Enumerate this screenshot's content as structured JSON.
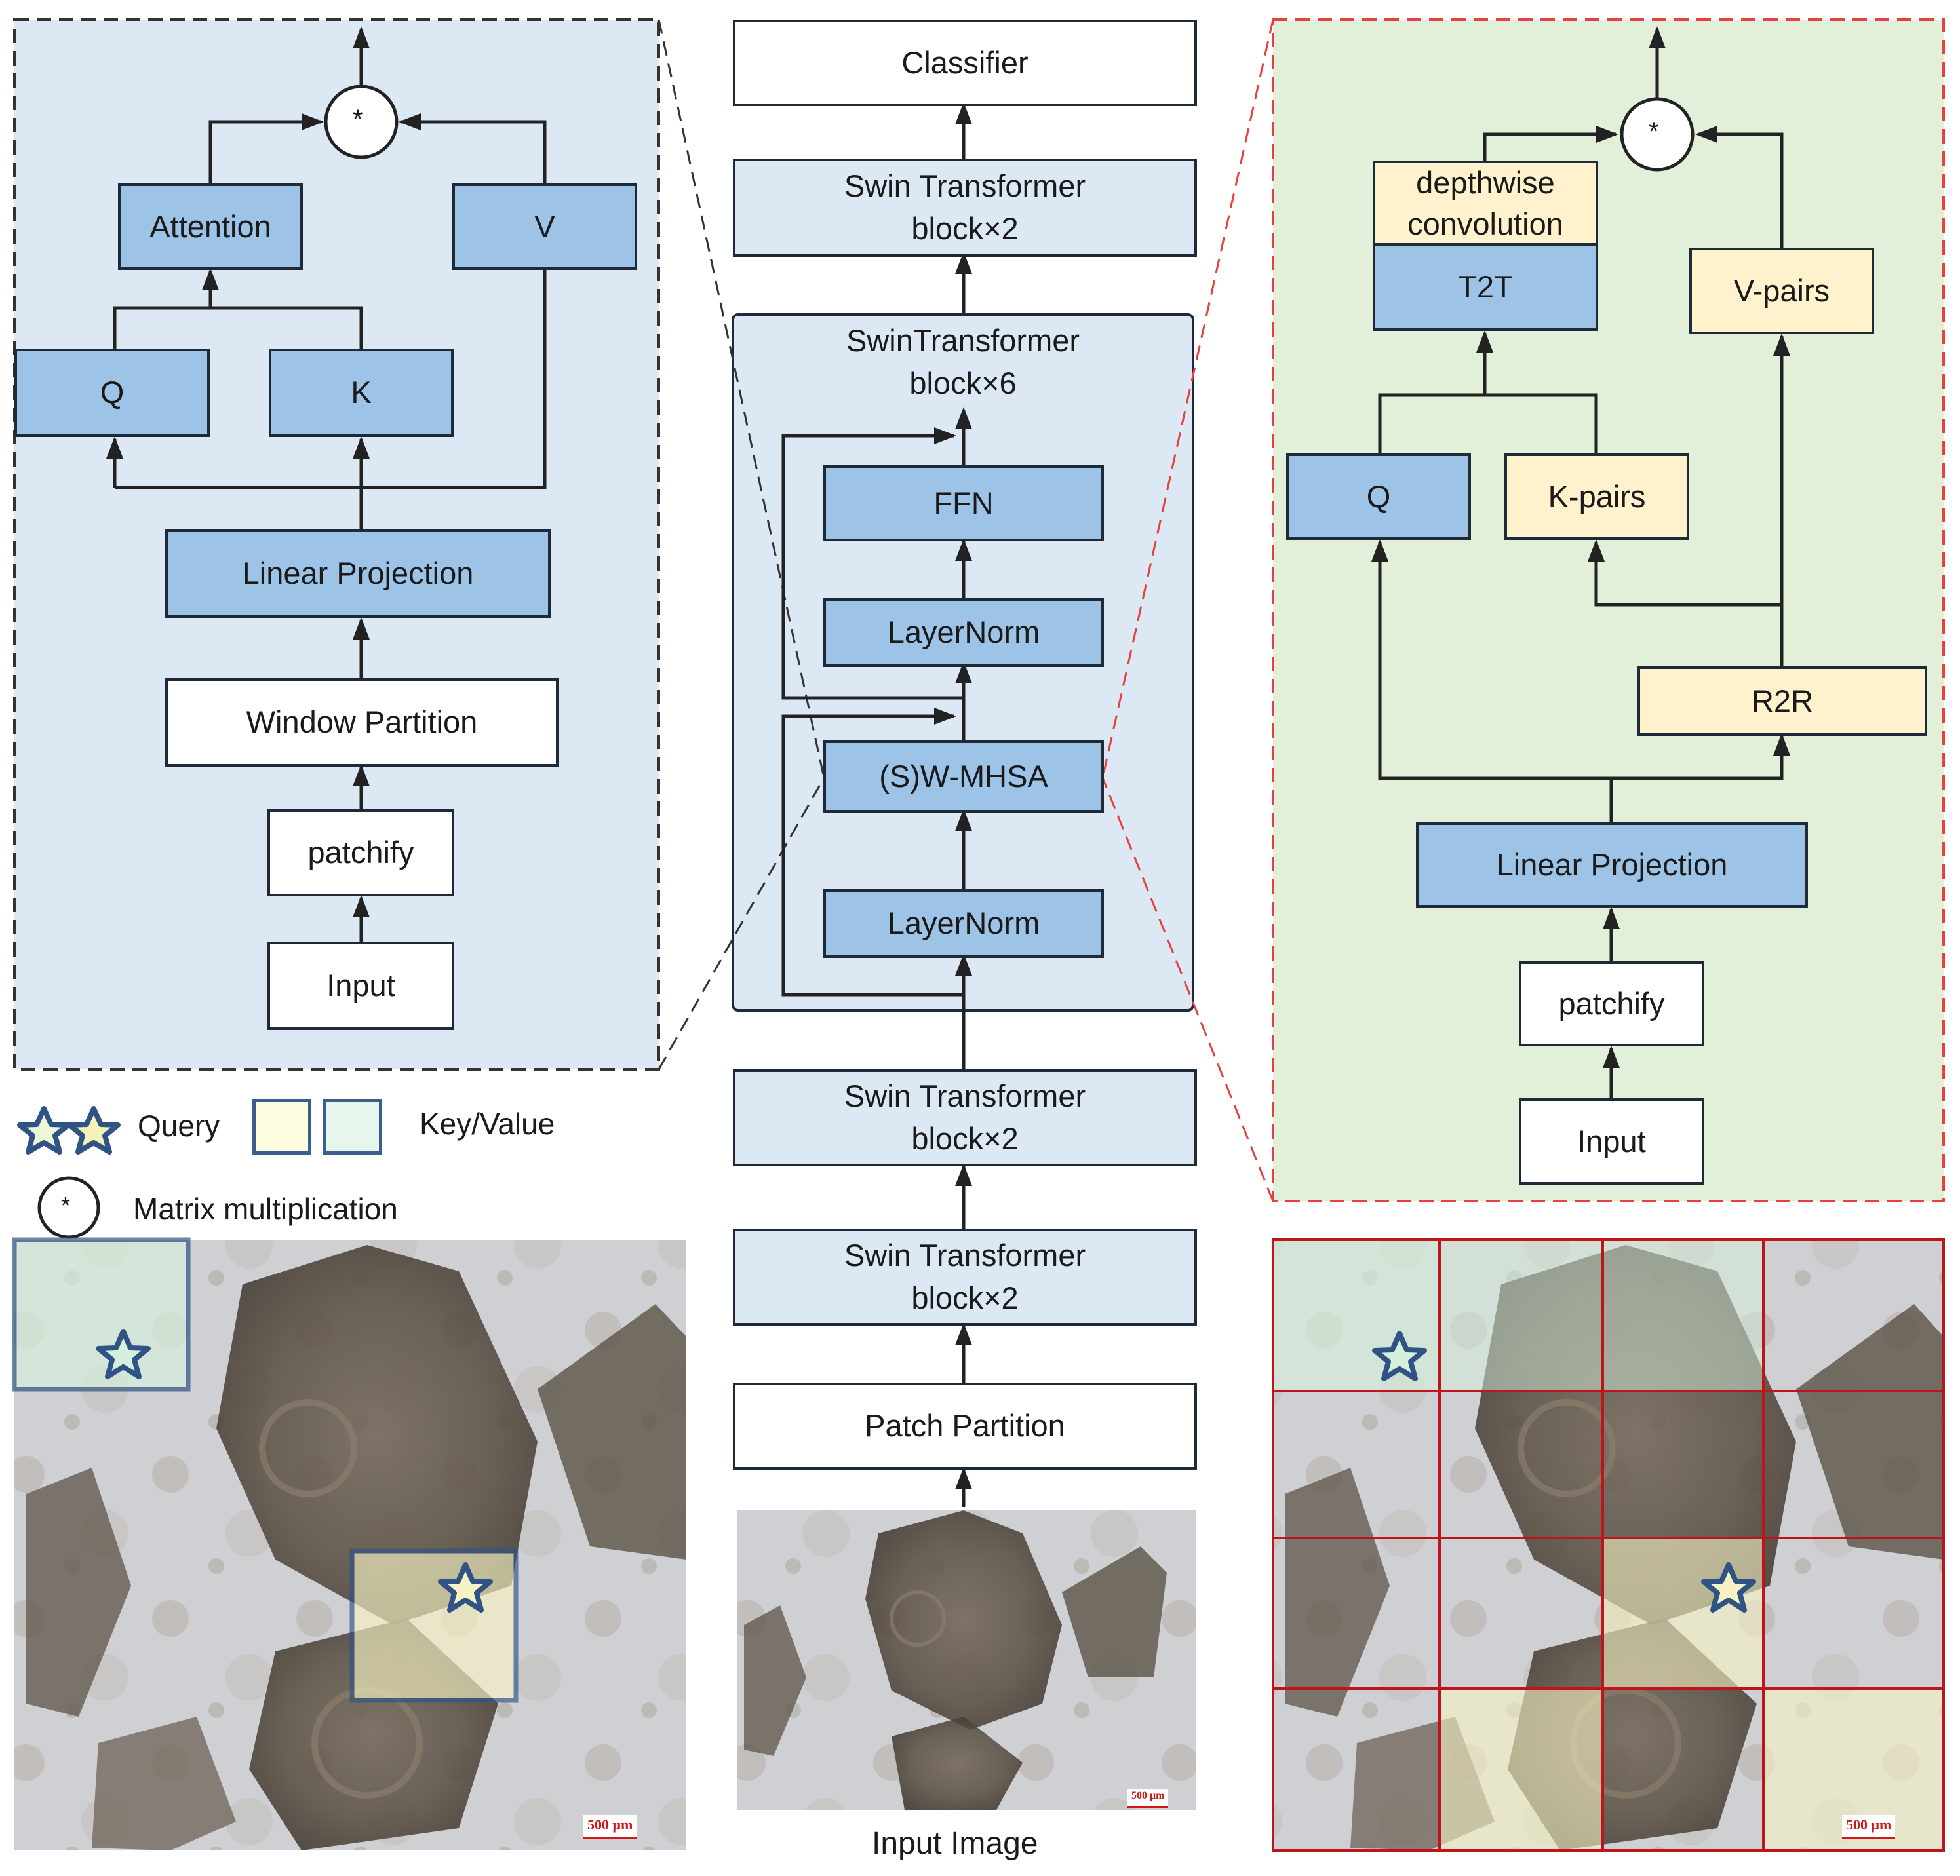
{
  "left_panel": {
    "multiply_symbol": "*",
    "attention": "Attention",
    "v": "V",
    "q": "Q",
    "k": "K",
    "linear_projection": "Linear Projection",
    "window_partition": "Window Partition",
    "patchify": "patchify",
    "input": "Input"
  },
  "center_column": {
    "classifier": "Classifier",
    "swin_block_top": "Swin Transformer\nblock×2",
    "swin_block_x6_title": "SwinTransformer\nblock×6",
    "ffn": "FFN",
    "layernorm_upper": "LayerNorm",
    "sw_mhsa": "(S)W-MHSA",
    "layernorm_lower": "LayerNorm",
    "swin_block_mid": "Swin Transformer\nblock×2",
    "swin_block_bottom": "Swin Transformer\nblock×2",
    "patch_partition": "Patch Partition",
    "input_image_caption": "Input Image"
  },
  "right_panel": {
    "multiply_symbol": "*",
    "depthwise_convolution": "depthwise\nconvolution",
    "t2t": "T2T",
    "v_pairs": "V-pairs",
    "q": "Q",
    "k_pairs": "K-pairs",
    "r2r": "R2R",
    "linear_projection": "Linear Projection",
    "patchify": "patchify",
    "input": "Input"
  },
  "legend": {
    "query_label": "Query",
    "key_value_label": "Key/Value",
    "multiply_symbol": "*",
    "matrix_multiplication_label": "Matrix multiplication"
  },
  "scale_bars": {
    "left": "500 μm",
    "center": "500 μm",
    "right": "500 μm"
  },
  "colors": {
    "panel_blue_bg": "#dce9f5",
    "panel_green_bg": "#e2efd9",
    "box_light_blue": "#dce9f5",
    "box_mid_blue": "#9dc3e6",
    "box_cream": "#fff2cc",
    "query_box_green": "#d6f0dc",
    "keyvalue_box_yellow": "#f7f3c4",
    "grid_red": "#c0141c",
    "dashed_red": "#e84040"
  }
}
